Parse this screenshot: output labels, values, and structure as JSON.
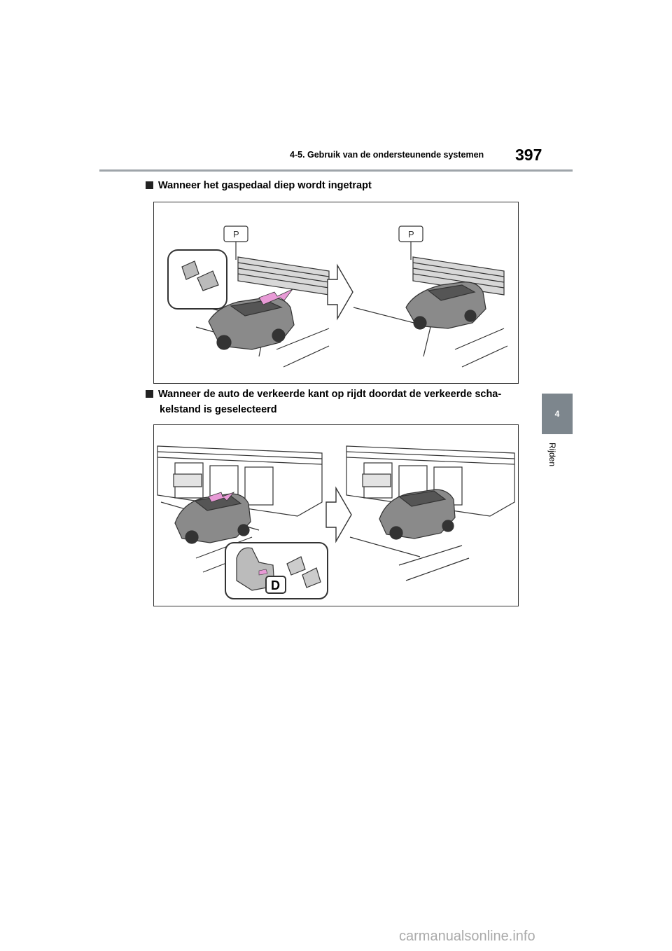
{
  "header": {
    "section_title": "4-5. Gebruik van de ondersteunende systemen",
    "page_number": "397"
  },
  "side_tab": {
    "chapter_number": "4",
    "chapter_label": "Rijden"
  },
  "sections": [
    {
      "heading": "Wanneer het gaspedaal diep wordt ingetrapt"
    },
    {
      "heading_line1": "Wanneer de auto de verkeerde kant op rijdt doordat de verkeerde scha-",
      "heading_line2": "kelstand is geselecteerd"
    }
  ],
  "figure2": {
    "shift_label": "D"
  },
  "footer": {
    "watermark": "carmanualsonline.info"
  },
  "colors": {
    "accent_pink": "#e89ad6",
    "tab_gray": "#7d868d",
    "rule_gray": "#9fa5aa"
  }
}
